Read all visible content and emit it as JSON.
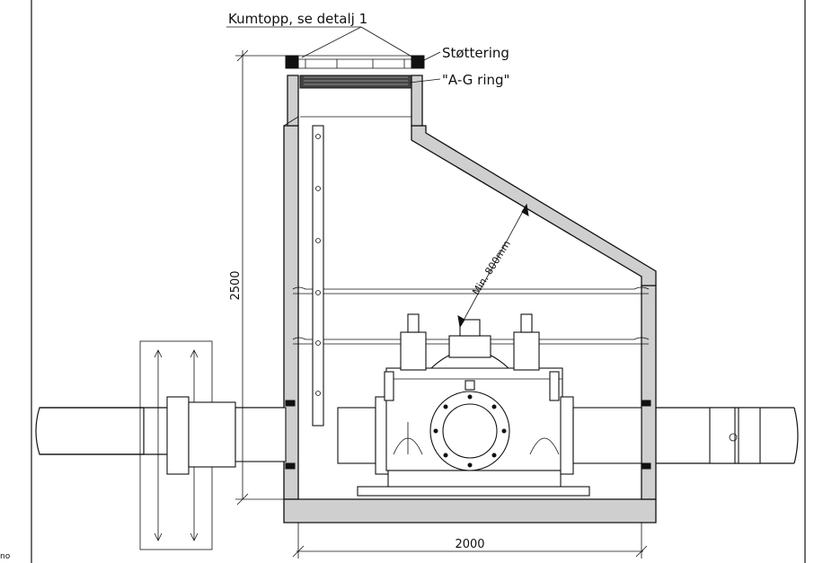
{
  "labels": {
    "kumtopp": "Kumtopp, se detalj 1",
    "stottering": "Støttering",
    "ag_ring": "\"A-G ring\"",
    "min_clearance": "Min. 800mm",
    "height_dim": "2500",
    "width_dim": "2000",
    "corner_text": "no"
  },
  "colors": {
    "line": "#111111",
    "concrete": "#cfcfcf",
    "background": "#ffffff"
  }
}
